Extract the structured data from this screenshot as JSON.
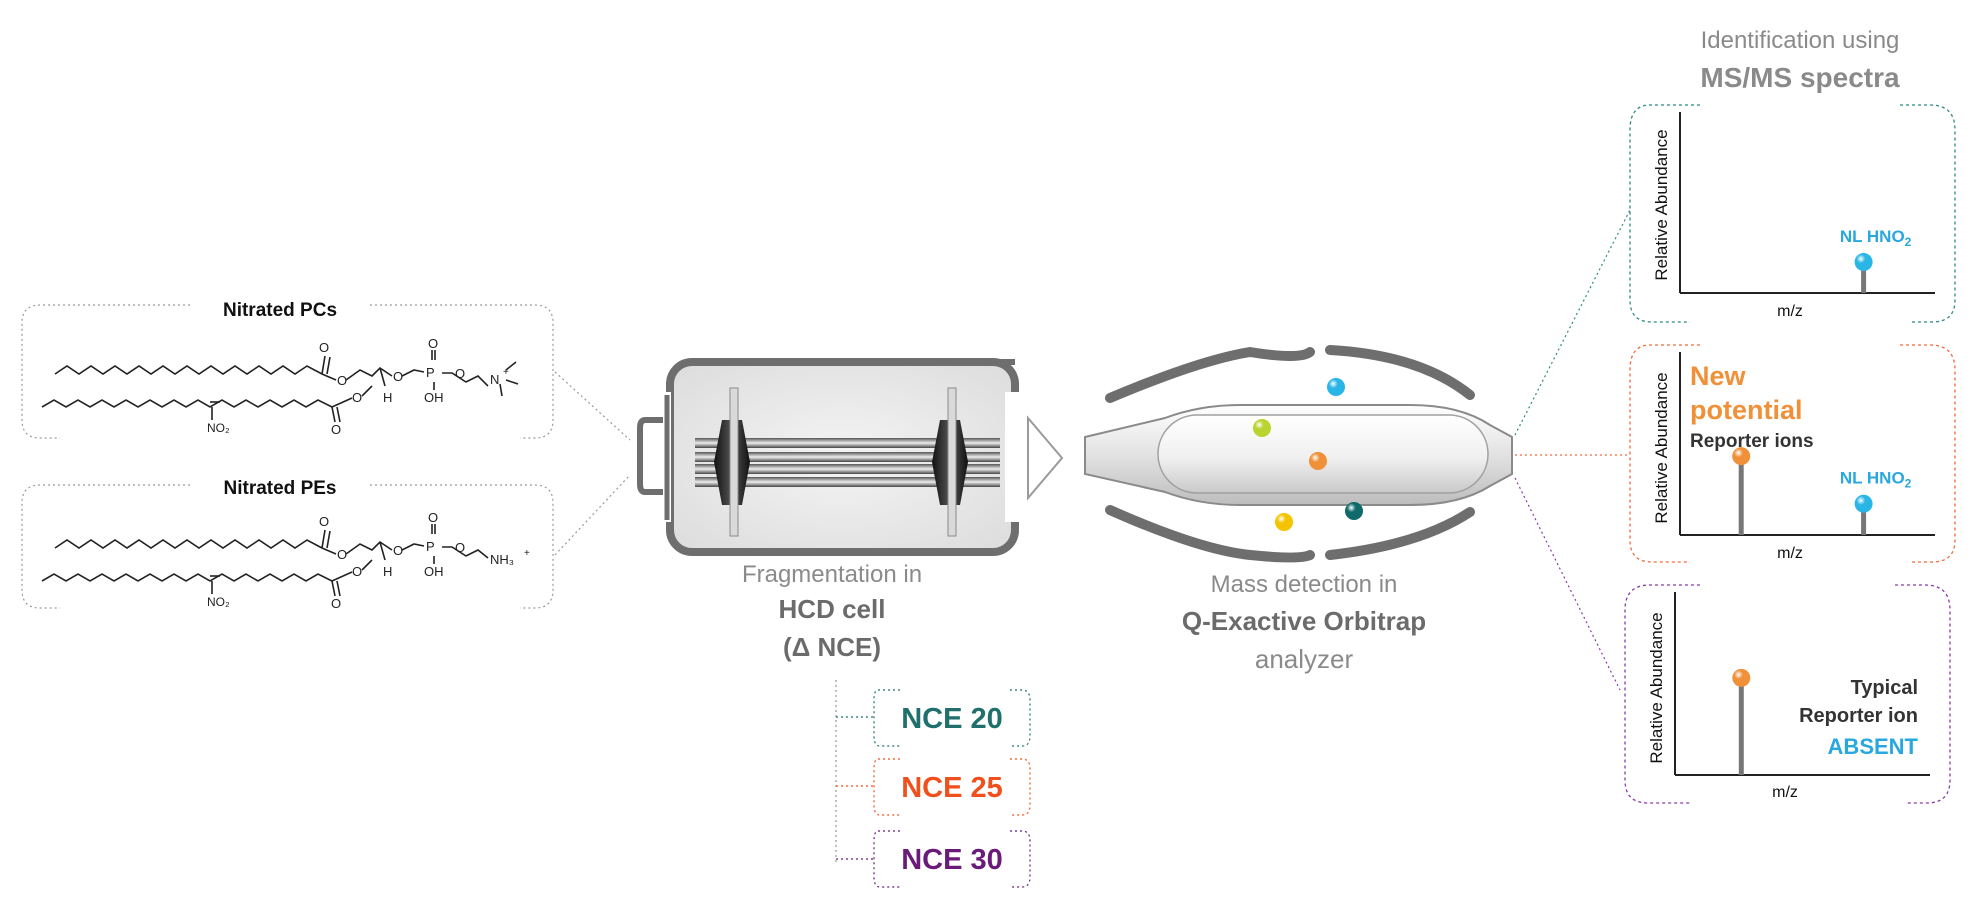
{
  "lipids": {
    "pc": {
      "title": "Nitrated PCs",
      "o_label": "O",
      "p_label": "P",
      "oh_label": "OH",
      "h_label": "H",
      "no2_label": "NO₂",
      "n_label": "N",
      "plus": "+"
    },
    "pe": {
      "title": "Nitrated PEs",
      "o_label": "O",
      "p_label": "P",
      "oh_label": "OH",
      "h_label": "H",
      "no2_label": "NO₂",
      "nh3_label": "NH₃",
      "plus": "+"
    }
  },
  "hcd": {
    "line1": "Fragmentation in",
    "line2": "HCD cell",
    "line3": "(Δ NCE)",
    "nce": [
      {
        "label": "NCE 20",
        "color": "#1f6f6c"
      },
      {
        "label": "NCE 25",
        "color": "#f0501e"
      },
      {
        "label": "NCE 30",
        "color": "#6a1b7a"
      }
    ]
  },
  "orbitrap": {
    "line1": "Mass detection in",
    "line2": "Q-Exactive Orbitrap",
    "line3": "analyzer"
  },
  "ions": [
    {
      "name": "blue",
      "color": "#29b6e6"
    },
    {
      "name": "lime",
      "color": "#b8d430"
    },
    {
      "name": "orange",
      "color": "#f0913a"
    },
    {
      "name": "yellow",
      "color": "#f5c400"
    },
    {
      "name": "teal",
      "color": "#0f6b6b"
    }
  ],
  "spectra_header": {
    "line1": "Identification using",
    "line2": "MS/MS spectra"
  },
  "spectra": [
    {
      "id": "nce20",
      "border_color": "#2a8a82",
      "ylabel": "Relative Abundance",
      "xlabel": "m/z",
      "peaks": [
        {
          "position": 0.72,
          "height": 0.16,
          "color": "#29b6e6",
          "label": "NL HNO",
          "label_sub": "2"
        }
      ]
    },
    {
      "id": "nce25",
      "border_color": "#f06a3a",
      "ylabel": "Relative Abundance",
      "xlabel": "m/z",
      "title_lines": [
        "New",
        "potential"
      ],
      "subtitle": "Reporter ions",
      "peaks": [
        {
          "position": 0.24,
          "height": 0.42,
          "color": "#f0913a"
        },
        {
          "position": 0.72,
          "height": 0.16,
          "color": "#29b6e6",
          "label": "NL HNO",
          "label_sub": "2"
        }
      ]
    },
    {
      "id": "nce30",
      "border_color": "#8a3aa8",
      "ylabel": "Relative Abundance",
      "xlabel": "m/z",
      "note_lines": [
        "Typical",
        "Reporter ion"
      ],
      "note_emph": "ABSENT",
      "peaks": [
        {
          "position": 0.26,
          "height": 0.52,
          "color": "#f0913a"
        }
      ]
    }
  ],
  "colors": {
    "gray_text": "#8a8a8a",
    "dark_gray": "#6b6b6b",
    "accent_blue": "#29a8e0",
    "accent_orange": "#f0913a"
  }
}
